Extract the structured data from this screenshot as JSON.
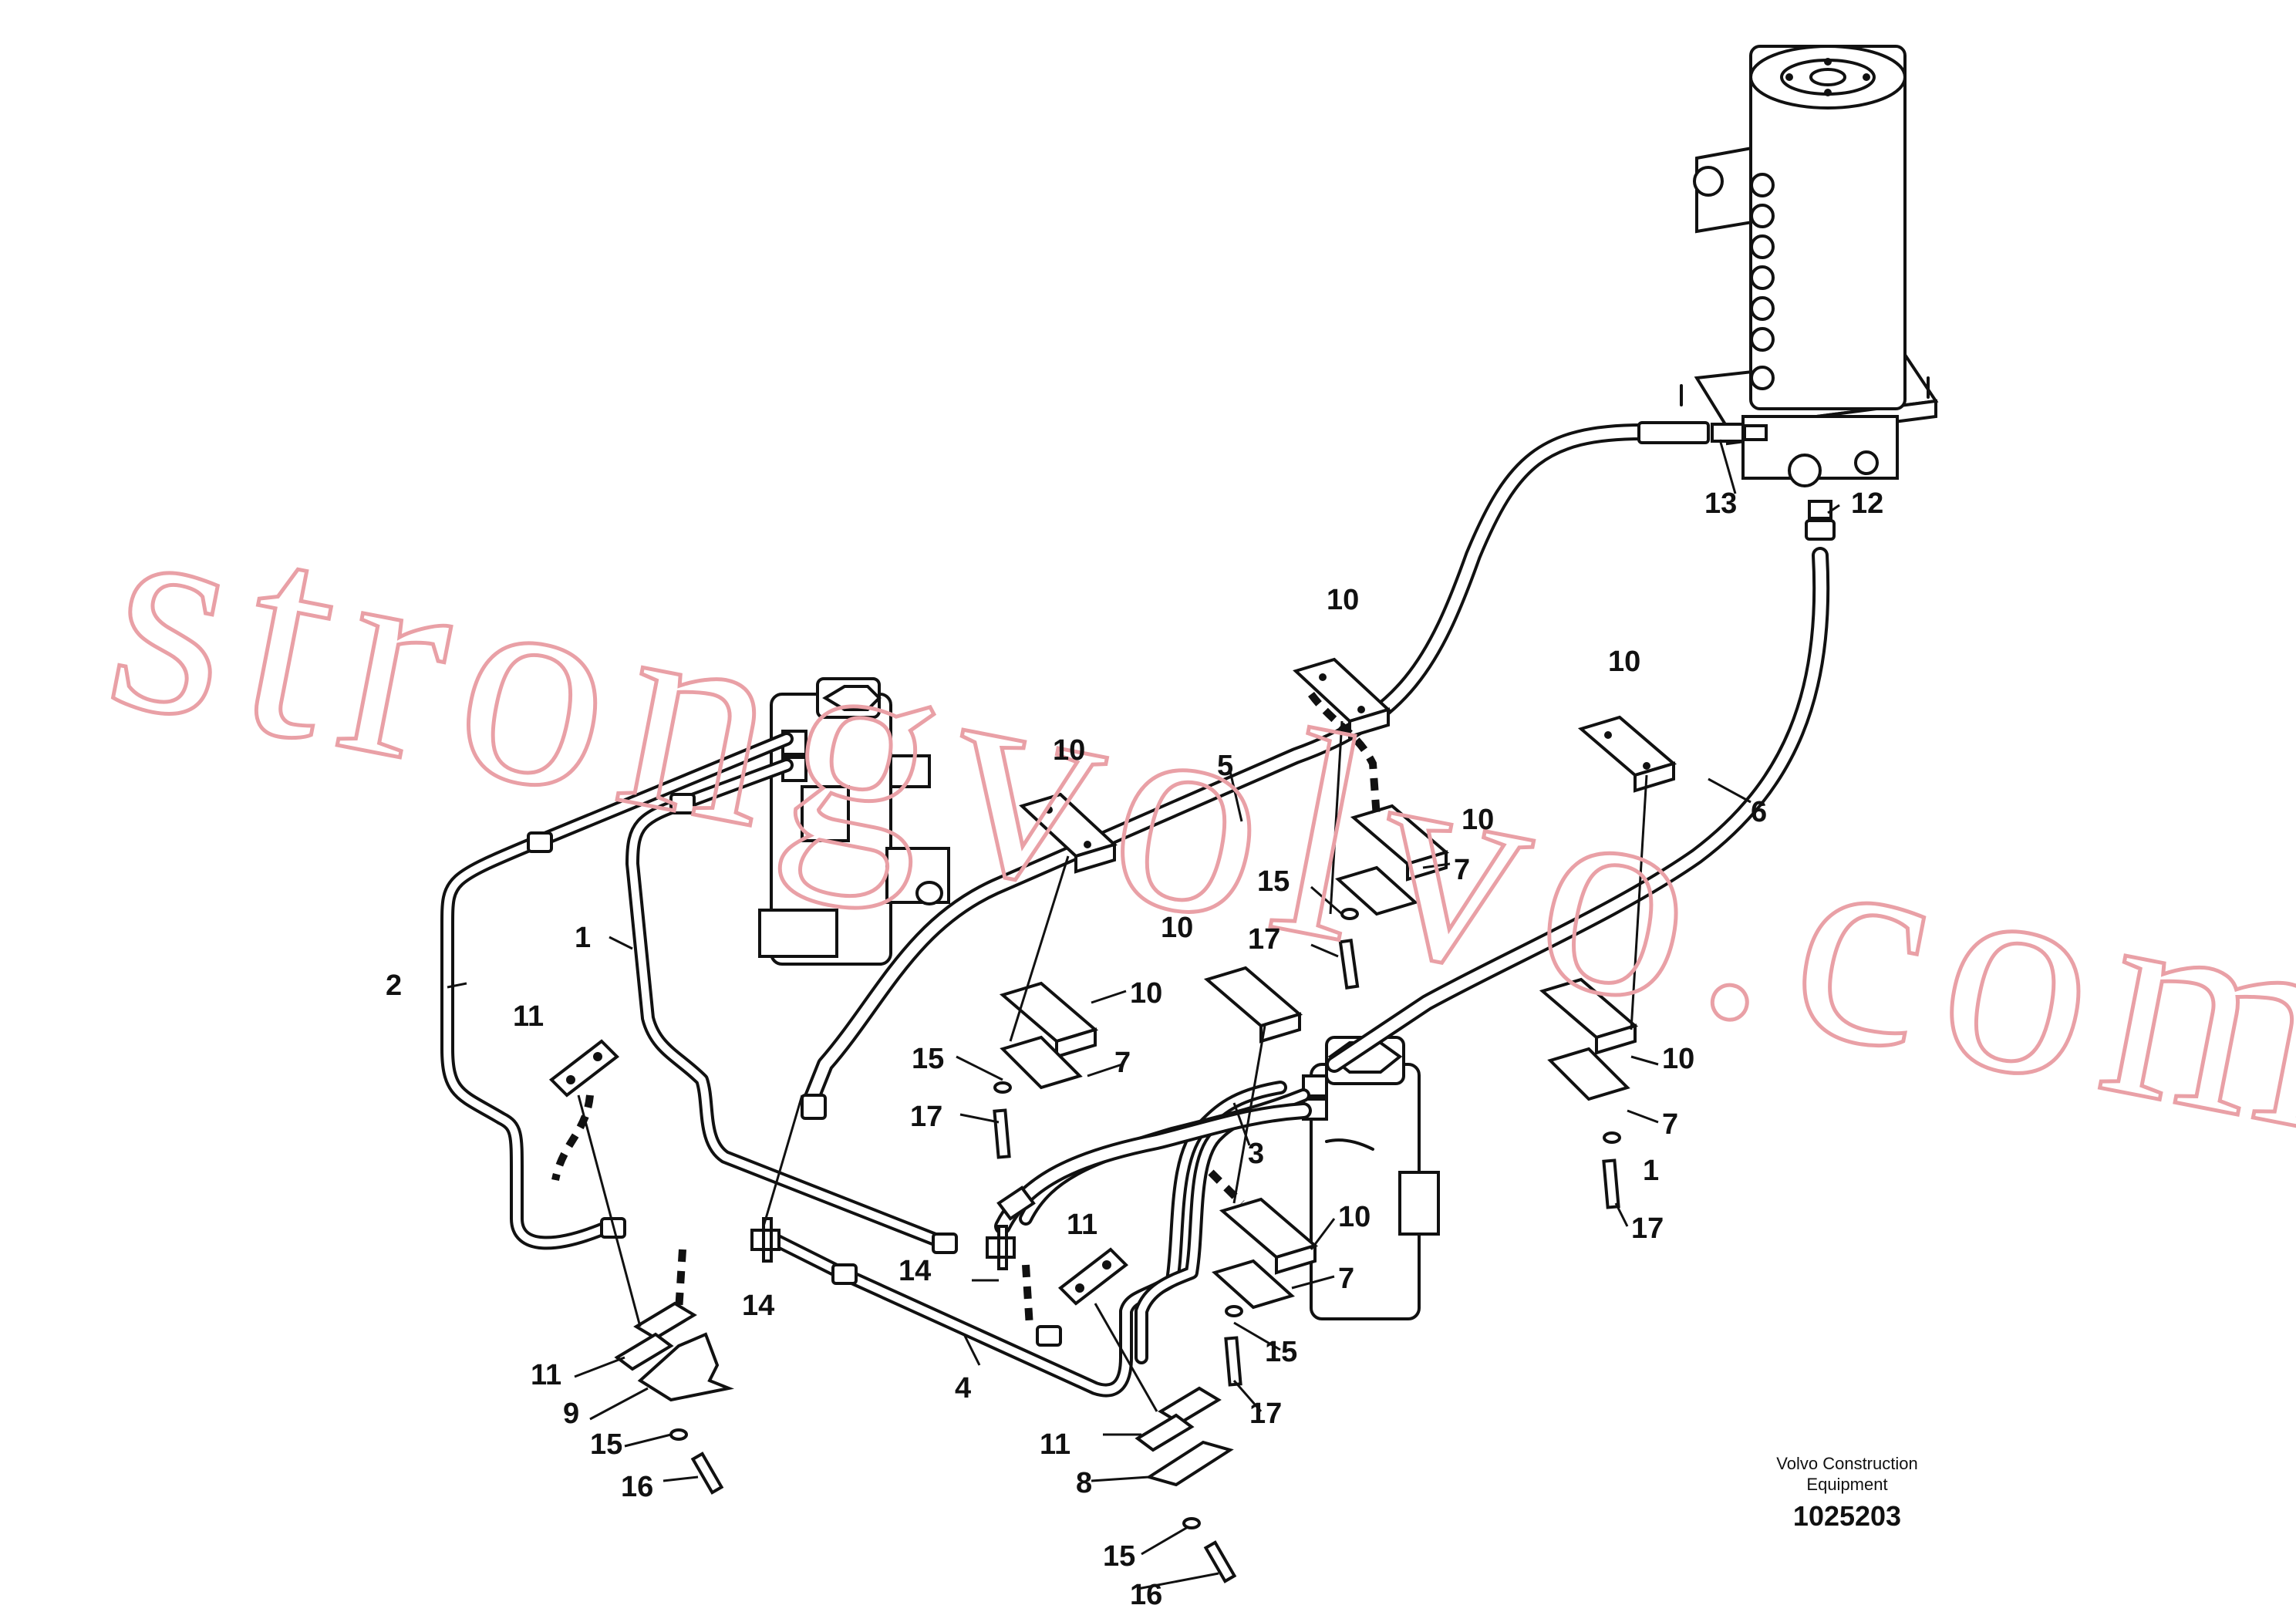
{
  "watermark": "strongvolvo.com",
  "caption": {
    "line1": "Volvo Construction",
    "line2": "Equipment",
    "drawing_number": "1025203"
  },
  "callouts": {
    "c1": "1",
    "c2": "2",
    "c3": "3",
    "c4": "4",
    "c5": "5",
    "c6": "6",
    "c7a": "7",
    "c7b": "7",
    "c7c": "7",
    "c7d": "7",
    "c8": "8",
    "c9": "9",
    "c10a": "10",
    "c10b": "10",
    "c10c": "10",
    "c10d": "10",
    "c10e": "10",
    "c10f": "10",
    "c10g": "10",
    "c10h": "10",
    "c11a": "11",
    "c11b": "11",
    "c11c": "11",
    "c11d": "11",
    "c12": "12",
    "c13": "13",
    "c14a": "14",
    "c14b": "14",
    "c15a": "15",
    "c15b": "15",
    "c15c": "15",
    "c15d": "15",
    "c15e": "15",
    "c16a": "16",
    "c16b": "16",
    "c17a": "17",
    "c17b": "17",
    "c17c": "17",
    "c17d": "17",
    "c1partial": "1"
  }
}
